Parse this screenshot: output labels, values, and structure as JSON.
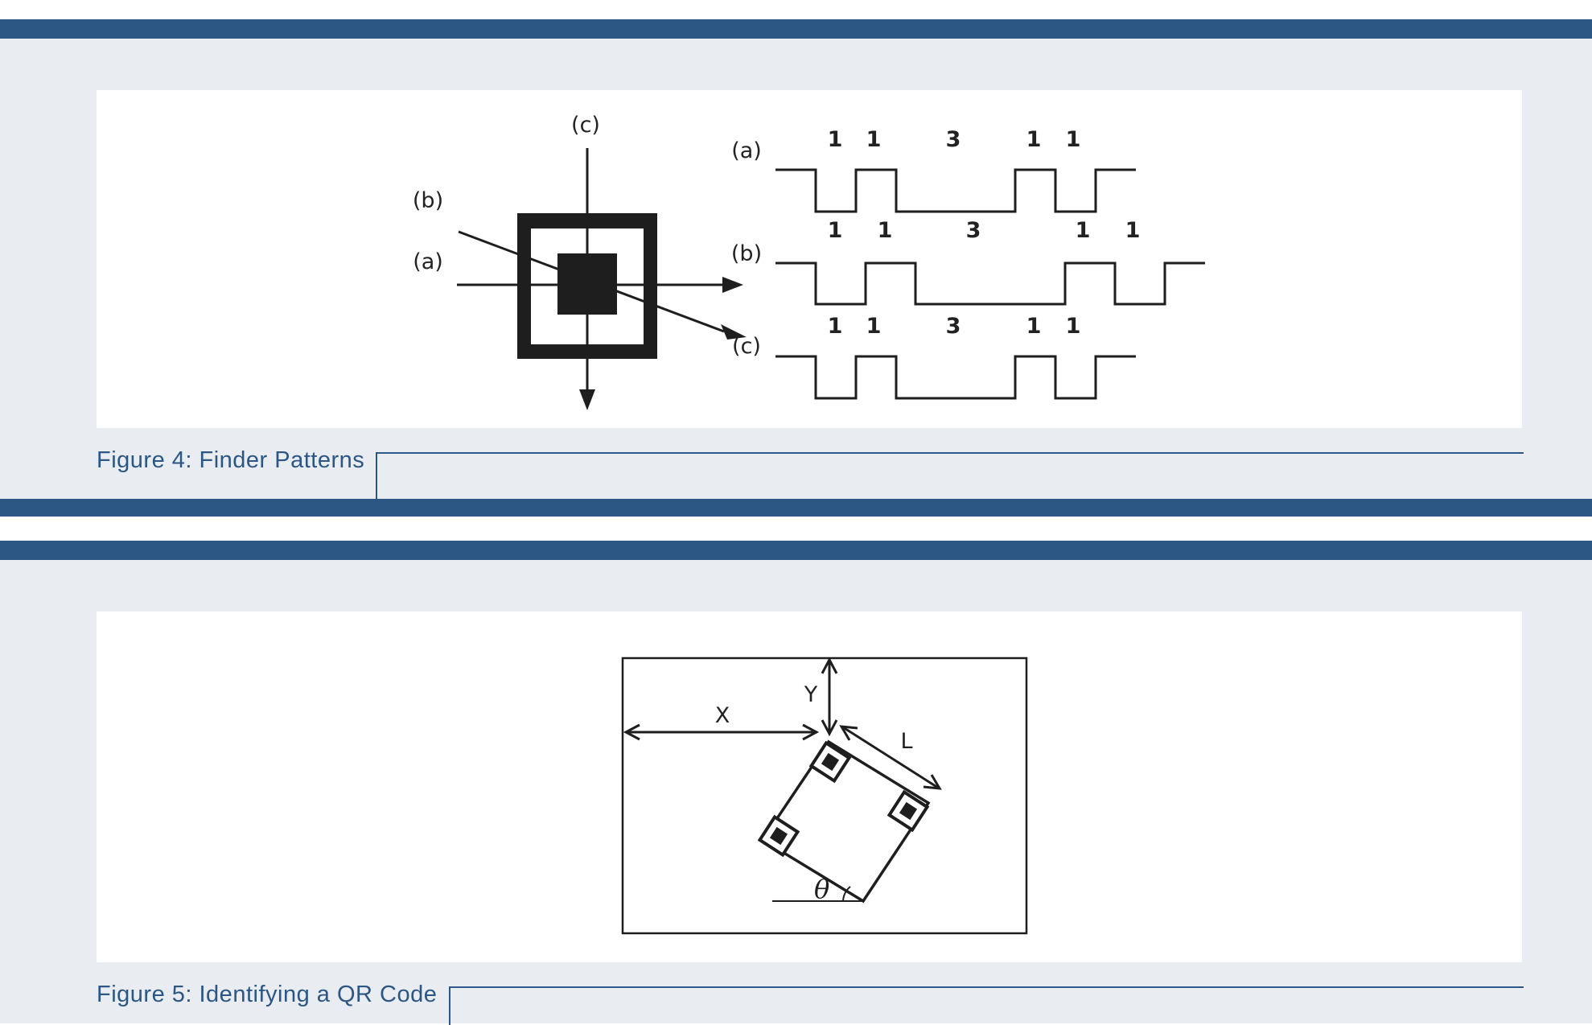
{
  "colors": {
    "accent": "#2c5785",
    "panel_bg": "#e9ecf1",
    "canvas_bg": "#ffffff",
    "ink": "#1e1e1e"
  },
  "figure4": {
    "caption": "Figure 4: Finder Patterns",
    "pattern_labels": {
      "a": "(a)",
      "b": "(b)",
      "c": "(c)"
    },
    "scan_labels": {
      "a": "(a)",
      "b": "(b)",
      "c": "(c)"
    },
    "ratio_a": [
      "1",
      "1",
      "3",
      "1",
      "1"
    ],
    "ratio_b": [
      "1",
      "1",
      "3",
      "1",
      "1"
    ],
    "ratio_c": [
      "1",
      "1",
      "3",
      "1",
      "1"
    ]
  },
  "figure5": {
    "caption": "Figure 5: Identifying a QR Code",
    "labels": {
      "x": "X",
      "y": "Y",
      "l": "L",
      "theta": "θ"
    }
  }
}
